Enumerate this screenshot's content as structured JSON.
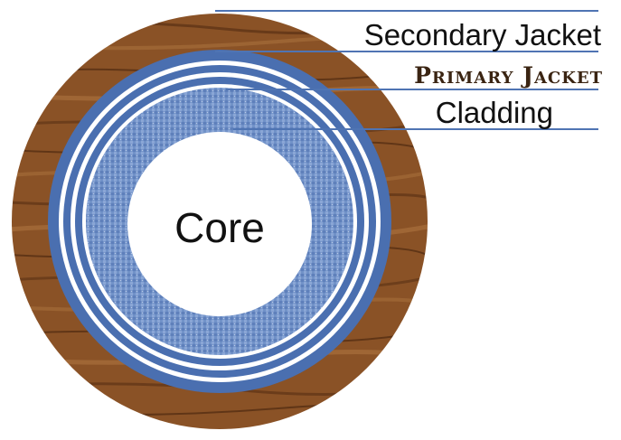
{
  "labels": {
    "secondary_jacket": "Secondary Jacket",
    "primary_jacket": "Primary Jacket",
    "cladding": "Cladding",
    "core": "Core"
  },
  "colors": {
    "wood_base": "#8a5226",
    "wood_dark": "#4e2a10",
    "wood_light": "#a9703c",
    "blue_ring": "#4a6fb0",
    "cladding_fill": "#7192c8",
    "leader_line": "#4f74b3",
    "white": "#ffffff"
  }
}
